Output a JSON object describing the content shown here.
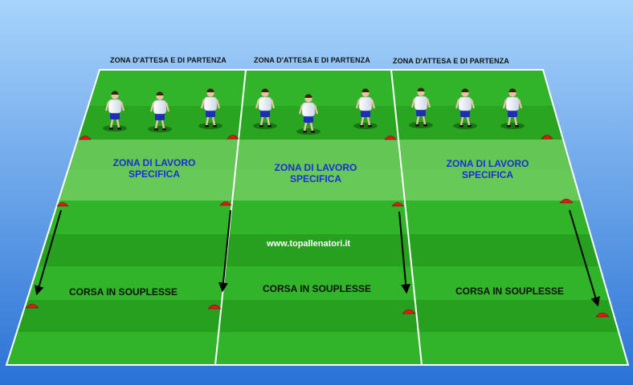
{
  "colors": {
    "sky_top": "#a8d4fb",
    "sky_bottom": "#2a72d6",
    "grass_dark": "#1f8f18",
    "grass_light": "#32b42a",
    "work_zone": "#6fcf5f",
    "lines": "#ffffff",
    "work_text": "#1a2fd6",
    "cone": "#e01818",
    "arrow": "#000000"
  },
  "waiting_zone_labels": [
    "ZONA D'ATTESA E DI PARTENZA",
    "ZONA D'ATTESA E DI PARTENZA",
    "ZONA D'ATTESA E DI PARTENZA"
  ],
  "work_zone_labels": [
    {
      "line1": "ZONA DI LAVORO",
      "line2": "SPECIFICA"
    },
    {
      "line1": "ZONA DI LAVORO",
      "line2": "SPECIFICA"
    },
    {
      "line1": "ZONA DI LAVORO",
      "line2": "SPECIFICA"
    }
  ],
  "run_labels": [
    "CORSA IN SOUPLESSE",
    "CORSA IN SOUPLESSE",
    "CORSA IN SOUPLESSE"
  ],
  "watermark": "www.topallenatori.it",
  "icons": {
    "player": "player-figure-icon",
    "cone": "cone-icon",
    "arrow": "arrow-icon"
  }
}
